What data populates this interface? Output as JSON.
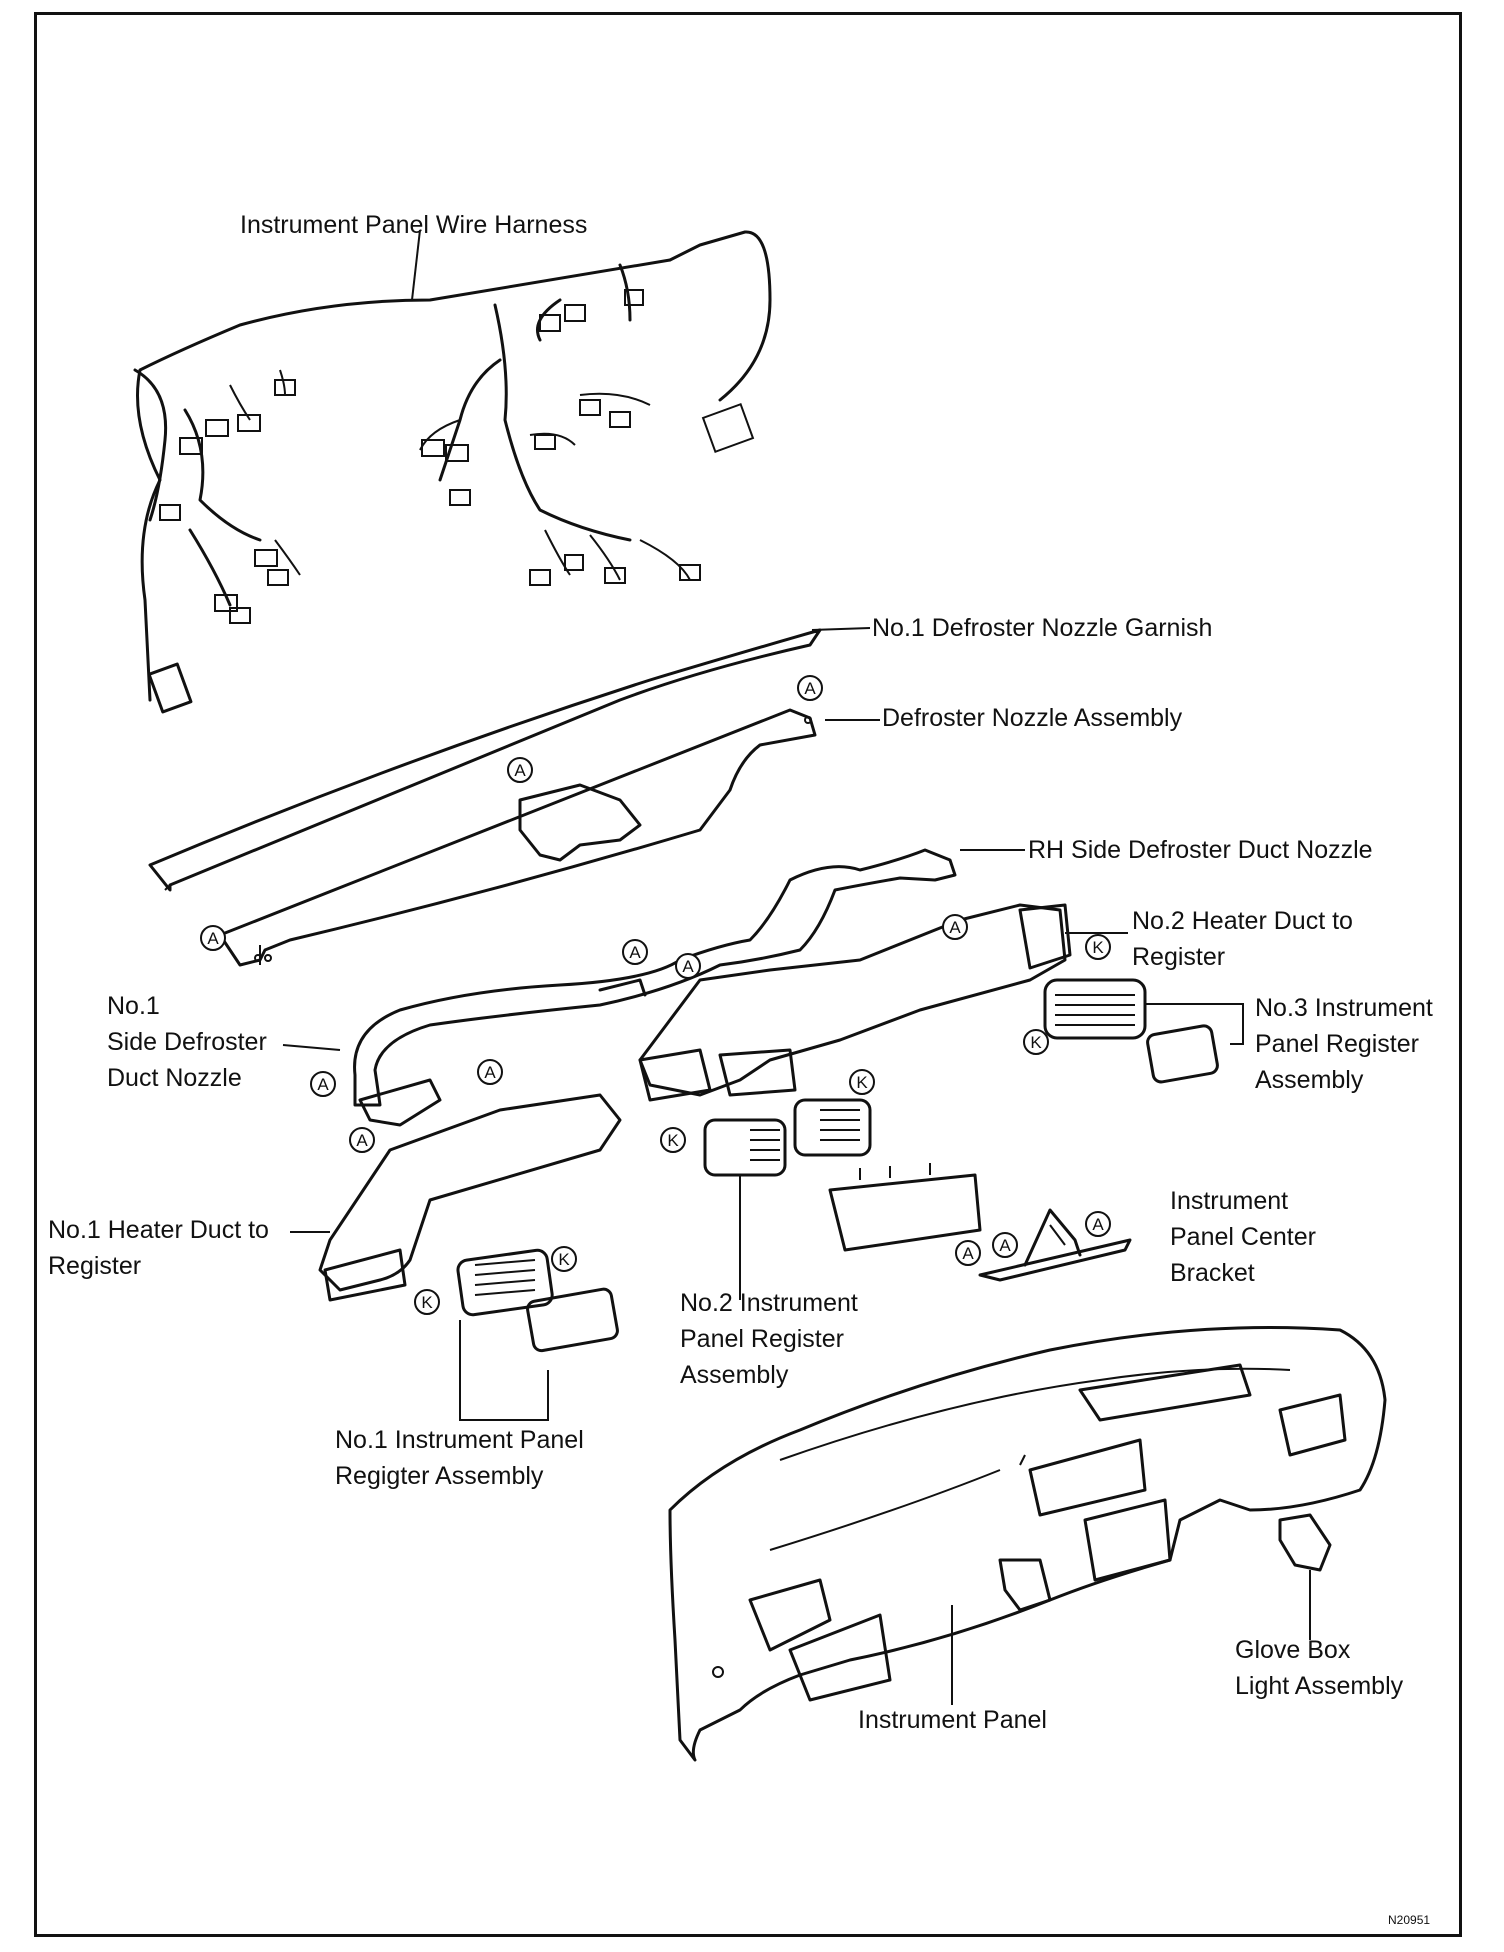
{
  "labels": {
    "wire_harness": "Instrument Panel Wire Harness",
    "defroster_garnish": "No.1 Defroster Nozzle Garnish",
    "defroster_nozzle": "Defroster Nozzle Assembly",
    "rh_side_defroster": "RH Side Defroster Duct Nozzle",
    "no2_heater_duct": [
      "No.2 Heater Duct to",
      "Register"
    ],
    "no1_side_defroster": [
      "No.1",
      "Side Defroster",
      "Duct Nozzle"
    ],
    "no3_register": [
      "No.3 Instrument",
      "Panel Register",
      "Assembly"
    ],
    "no1_heater_duct": [
      "No.1 Heater Duct to",
      "Register"
    ],
    "center_bracket": [
      "Instrument",
      "Panel Center",
      "Bracket"
    ],
    "no2_register": [
      "No.2 Instrument",
      "Panel Register",
      "Assembly"
    ],
    "no1_register": [
      "No.1 Instrument Panel",
      "Regigter Assembly"
    ],
    "glove_box_light": [
      "Glove Box",
      "Light Assembly"
    ],
    "instrument_panel": "Instrument Panel"
  },
  "clip_markers": {
    "a": "A",
    "k": "K"
  },
  "figure_ref": "N20951",
  "colors": {
    "line": "#111111",
    "background": "#ffffff"
  }
}
